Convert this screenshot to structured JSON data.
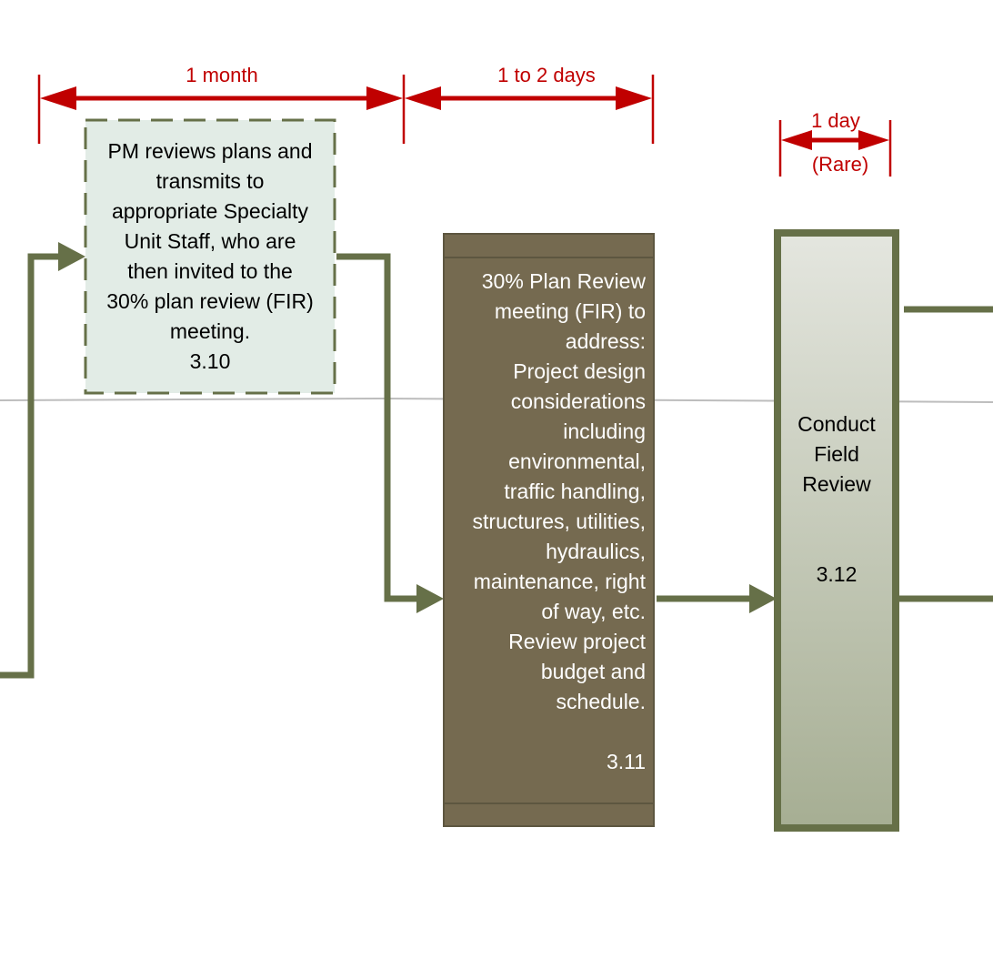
{
  "durations": {
    "one_month": "1 month",
    "one_to_two_days": "1 to 2 days",
    "one_day": "1 day",
    "one_day_note": "(Rare)"
  },
  "steps": {
    "step_310": {
      "lines": [
        "PM reviews plans and",
        "transmits to",
        "appropriate Specialty",
        "Unit Staff, who are",
        "then invited to the",
        "30% plan review (FIR)",
        "meeting."
      ],
      "number": "3.10"
    },
    "step_311": {
      "lines": [
        "30% Plan Review",
        "meeting (FIR) to",
        "address:",
        "Project design",
        "considerations",
        "including",
        "environmental,",
        "traffic handling,",
        "structures, utilities,",
        "hydraulics,",
        "maintenance, right",
        "of way, etc.",
        "Review project",
        "budget and",
        "schedule."
      ],
      "number": "3.11"
    },
    "step_312": {
      "lines": [
        "Conduct",
        "Field",
        "Review"
      ],
      "number": "3.12"
    }
  },
  "colors": {
    "connector_green": "#667048",
    "duration_red": "#c00000",
    "box_310_fill": "#e2ece6",
    "box_311_fill": "#756a50",
    "box_312_gradient_top": "#e4e6df",
    "box_312_gradient_bottom": "#a6ae93"
  }
}
